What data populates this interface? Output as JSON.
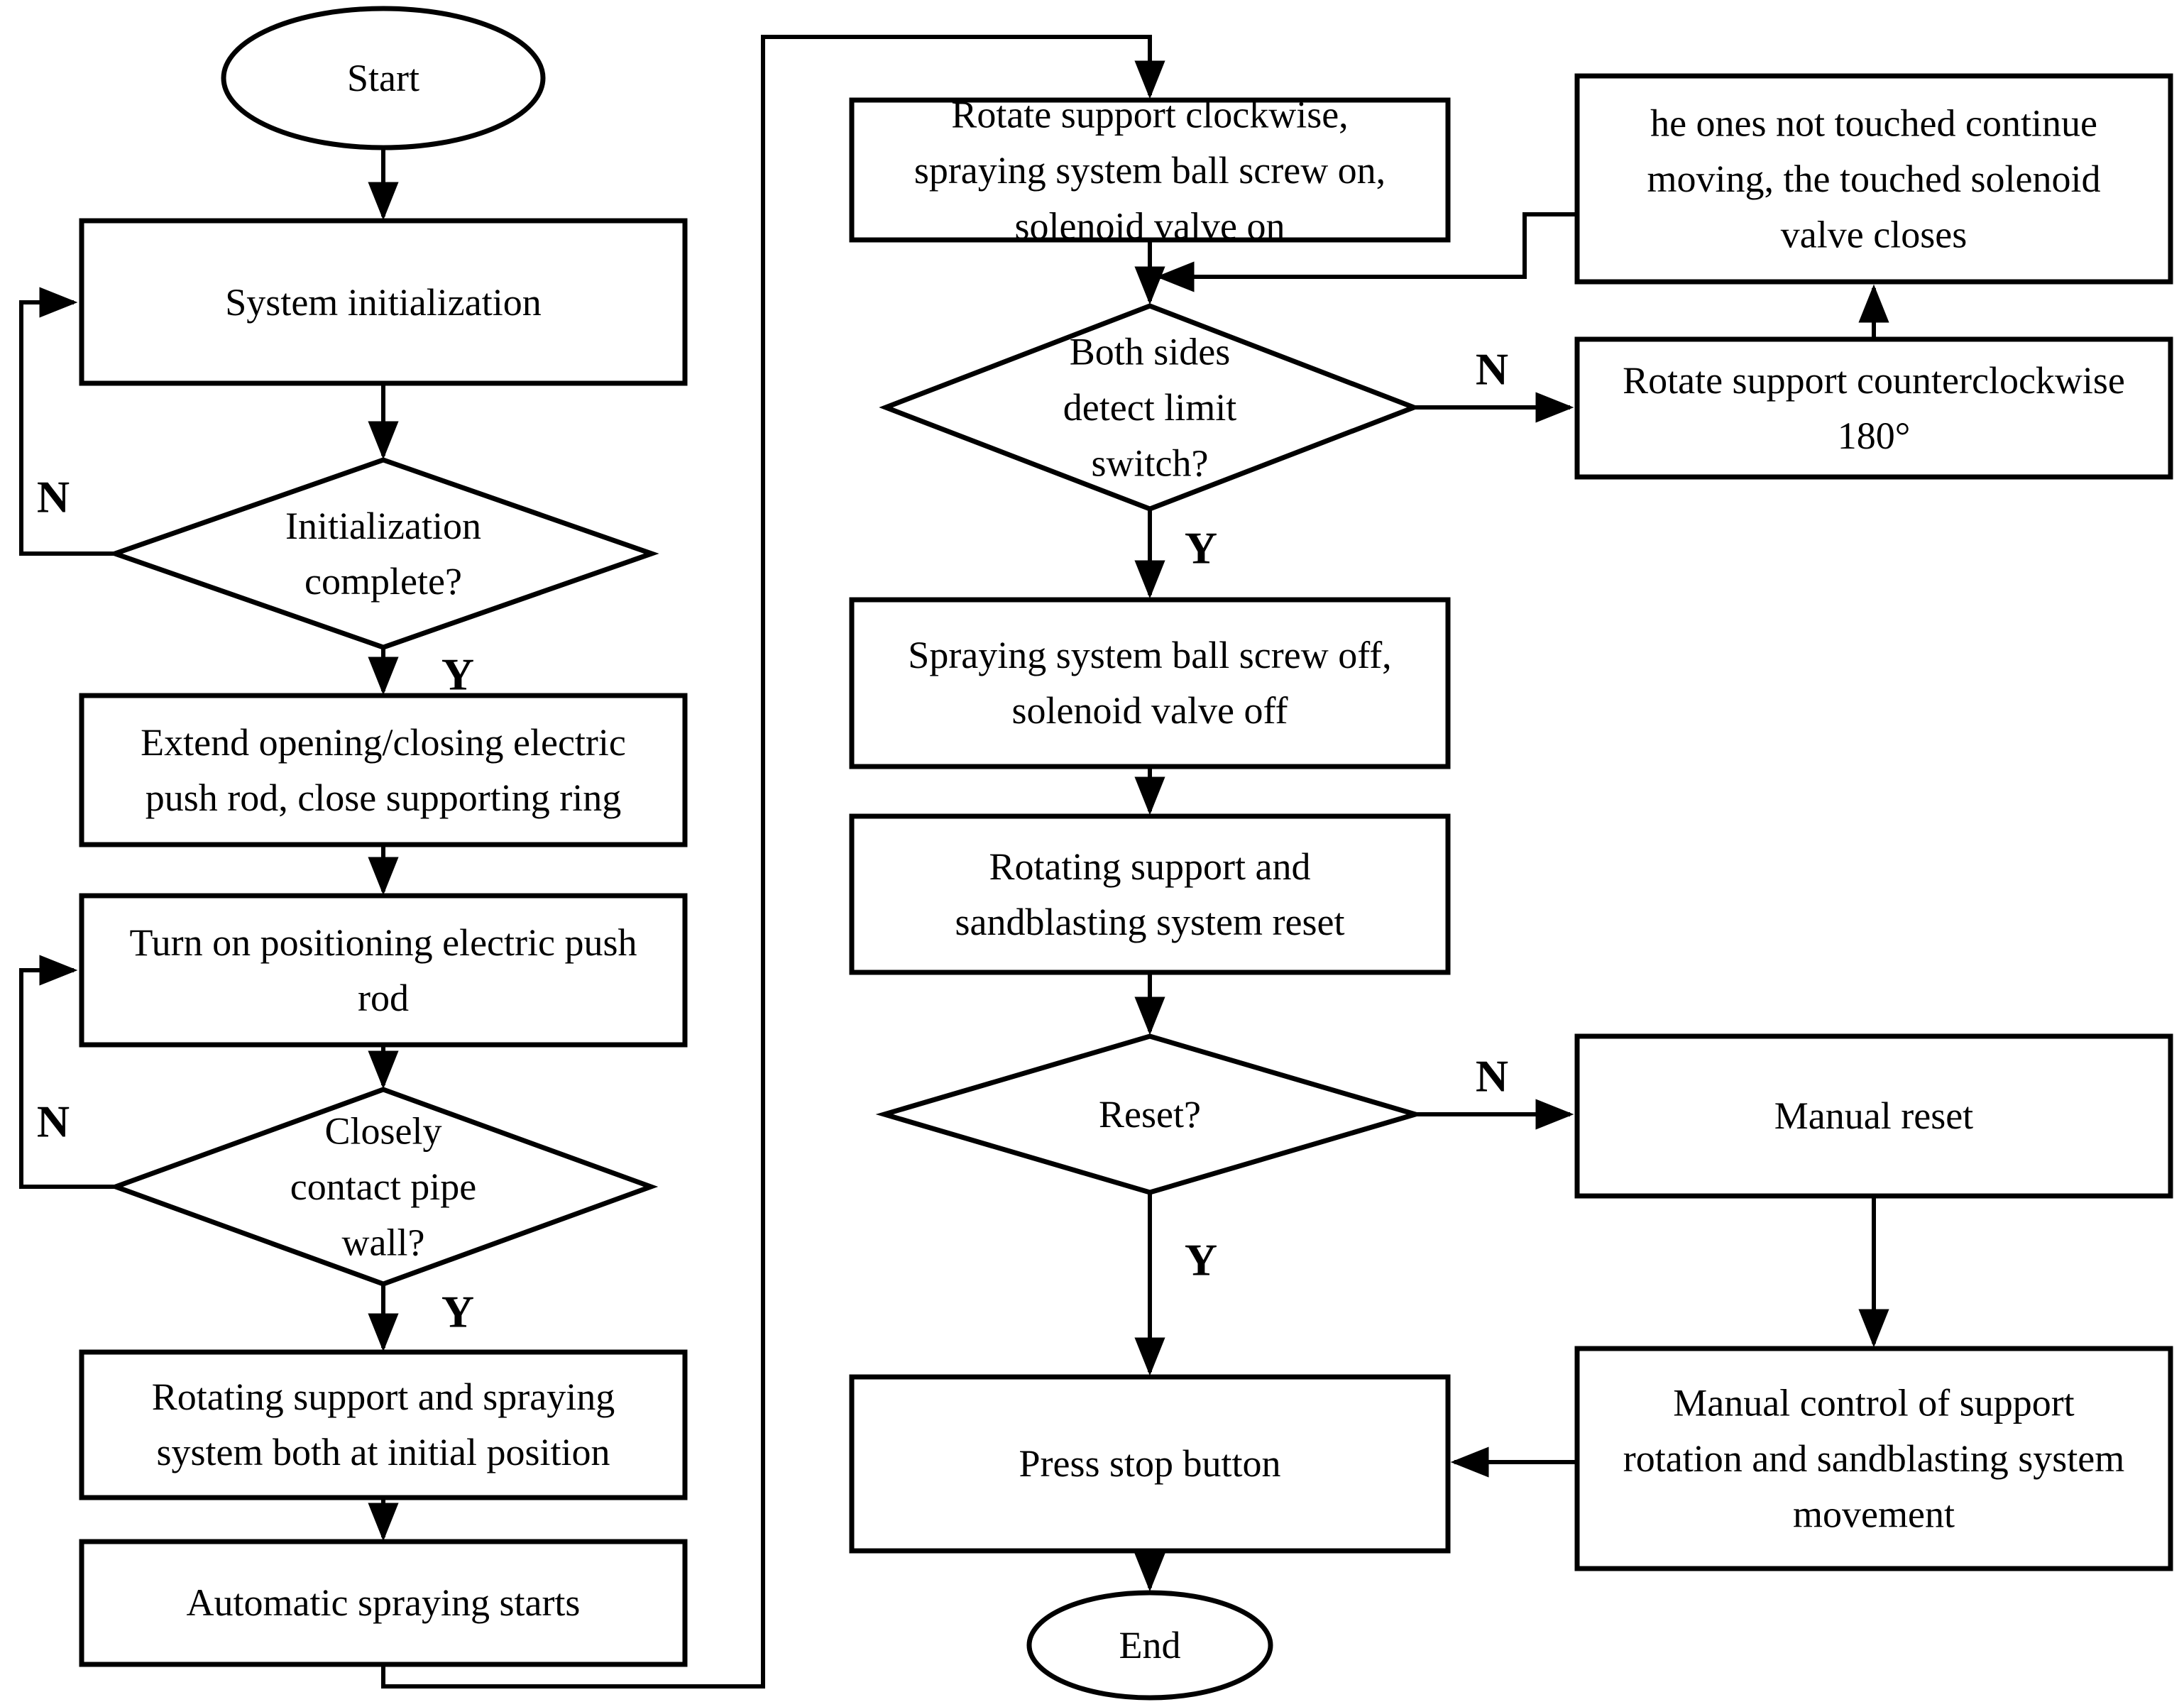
{
  "diagram": {
    "type": "flowchart",
    "background": "#ffffff",
    "line_color": "#000000",
    "node_fill": "#ffffff",
    "nodes": {
      "start": {
        "shape": "ellipse",
        "label": "Start"
      },
      "system_initialization": {
        "shape": "rect",
        "label": "System initialization"
      },
      "initialization_complete": {
        "shape": "diamond",
        "label": "Initialization\ncomplete?"
      },
      "extend_push_rod": {
        "shape": "rect",
        "label": "Extend opening/closing electric\npush rod, close supporting ring"
      },
      "turn_on_push_rod": {
        "shape": "rect",
        "label": "Turn on positioning electric push\nrod"
      },
      "closely_contact_wall": {
        "shape": "diamond",
        "label": "Closely\ncontact pipe\nwall?"
      },
      "rotating_initial_position": {
        "shape": "rect",
        "label": "Rotating support and spraying\nsystem both at initial position"
      },
      "automatic_spraying": {
        "shape": "rect",
        "label": "Automatic spraying starts"
      },
      "rotate_clockwise": {
        "shape": "rect",
        "label": "Rotate support clockwise,\nspraying system ball screw on,\nsolenoid valve on"
      },
      "both_sides_limit": {
        "shape": "diamond",
        "label": "Both sides\ndetect limit\nswitch?"
      },
      "spray_system_off": {
        "shape": "rect",
        "label": "Spraying system ball screw off,\nsolenoid valve off"
      },
      "rotating_reset": {
        "shape": "rect",
        "label": "Rotating support and\nsandblasting system reset"
      },
      "reset": {
        "shape": "diamond",
        "label": "Reset?"
      },
      "press_stop": {
        "shape": "rect",
        "label": "Press stop button"
      },
      "end": {
        "shape": "ellipse",
        "label": "End"
      },
      "ones_not_touched": {
        "shape": "rect",
        "label": "he ones not touched continue\nmoving, the touched solenoid\nvalve closes"
      },
      "rotate_counterclockwise": {
        "shape": "rect",
        "label": "Rotate support counterclockwise\n180°"
      },
      "manual_reset": {
        "shape": "rect",
        "label": "Manual reset"
      },
      "manual_control": {
        "shape": "rect",
        "label": "Manual control of support\nrotation and sandblasting system\nmovement"
      }
    },
    "edge_labels": {
      "initialization_no": "N",
      "initialization_yes": "Y",
      "contact_no": "N",
      "contact_yes": "Y",
      "limit_no": "N",
      "limit_yes": "Y",
      "reset_no": "N",
      "reset_yes": "Y"
    }
  }
}
